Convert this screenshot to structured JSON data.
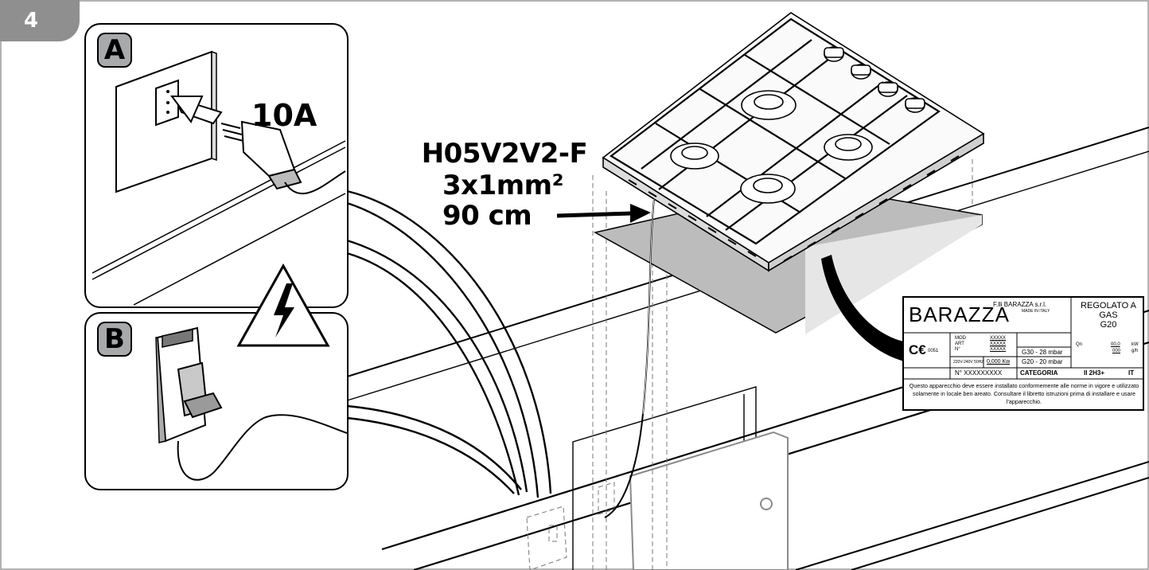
{
  "step_number": "4",
  "inset_a": {
    "letter": "A",
    "current": "10A"
  },
  "inset_b": {
    "letter": "B"
  },
  "cable": {
    "type": "H05V2V2-F",
    "section": "3x1mm²",
    "length": "90 cm"
  },
  "rating_plate": {
    "brand": "BARAZZA",
    "manufacturer": "F.lli BARAZZA s.r.l.",
    "made_in": "MADE IN ITALY",
    "regulated": "REGOLATO A\nGAS\nG20",
    "ce_number": "0051",
    "field_labels": [
      "MOD",
      "ART",
      "N°"
    ],
    "field_values": [
      "XXXXX",
      "XXXXX",
      "XXXXX"
    ],
    "electrical": "220V-240V  50HZ",
    "power": "0,000 Kw",
    "gas_pressures": [
      "G30 - 28 mbar",
      "G20 - 20 mbar"
    ],
    "qn_label": "Qn",
    "qn_value": "00,0",
    "qn_unit": "kW",
    "gh_value": "000",
    "gh_unit": "g/h",
    "serial": "N° XXXXXXXXX",
    "category_label": "CATEGORIA",
    "category_value": "II 2H3+",
    "country": "IT",
    "disclaimer": "Questo apparecchio deve essere installato conformemente alle norme in vigore e utilizzato solamente in locale ben areato. Consultare il libretto istruzioni prima di installare e usare l'apparecchio."
  },
  "colors": {
    "badge": "#8f8f8f",
    "letter_box": "#a7a9ab",
    "shadow": "#bcbcbc",
    "ink": "#000000"
  }
}
